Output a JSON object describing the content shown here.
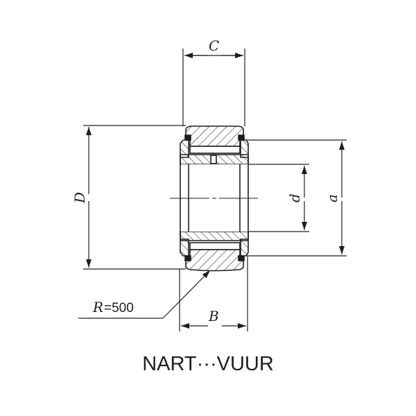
{
  "diagram": {
    "title": "NART···VUUR",
    "dimensions": {
      "C": "C",
      "D": "D",
      "d": "d",
      "a": "a",
      "B": "B",
      "R_label": "R",
      "R_value": "=500"
    },
    "colors": {
      "line": "#1e1e1e",
      "background": "#ffffff"
    }
  }
}
